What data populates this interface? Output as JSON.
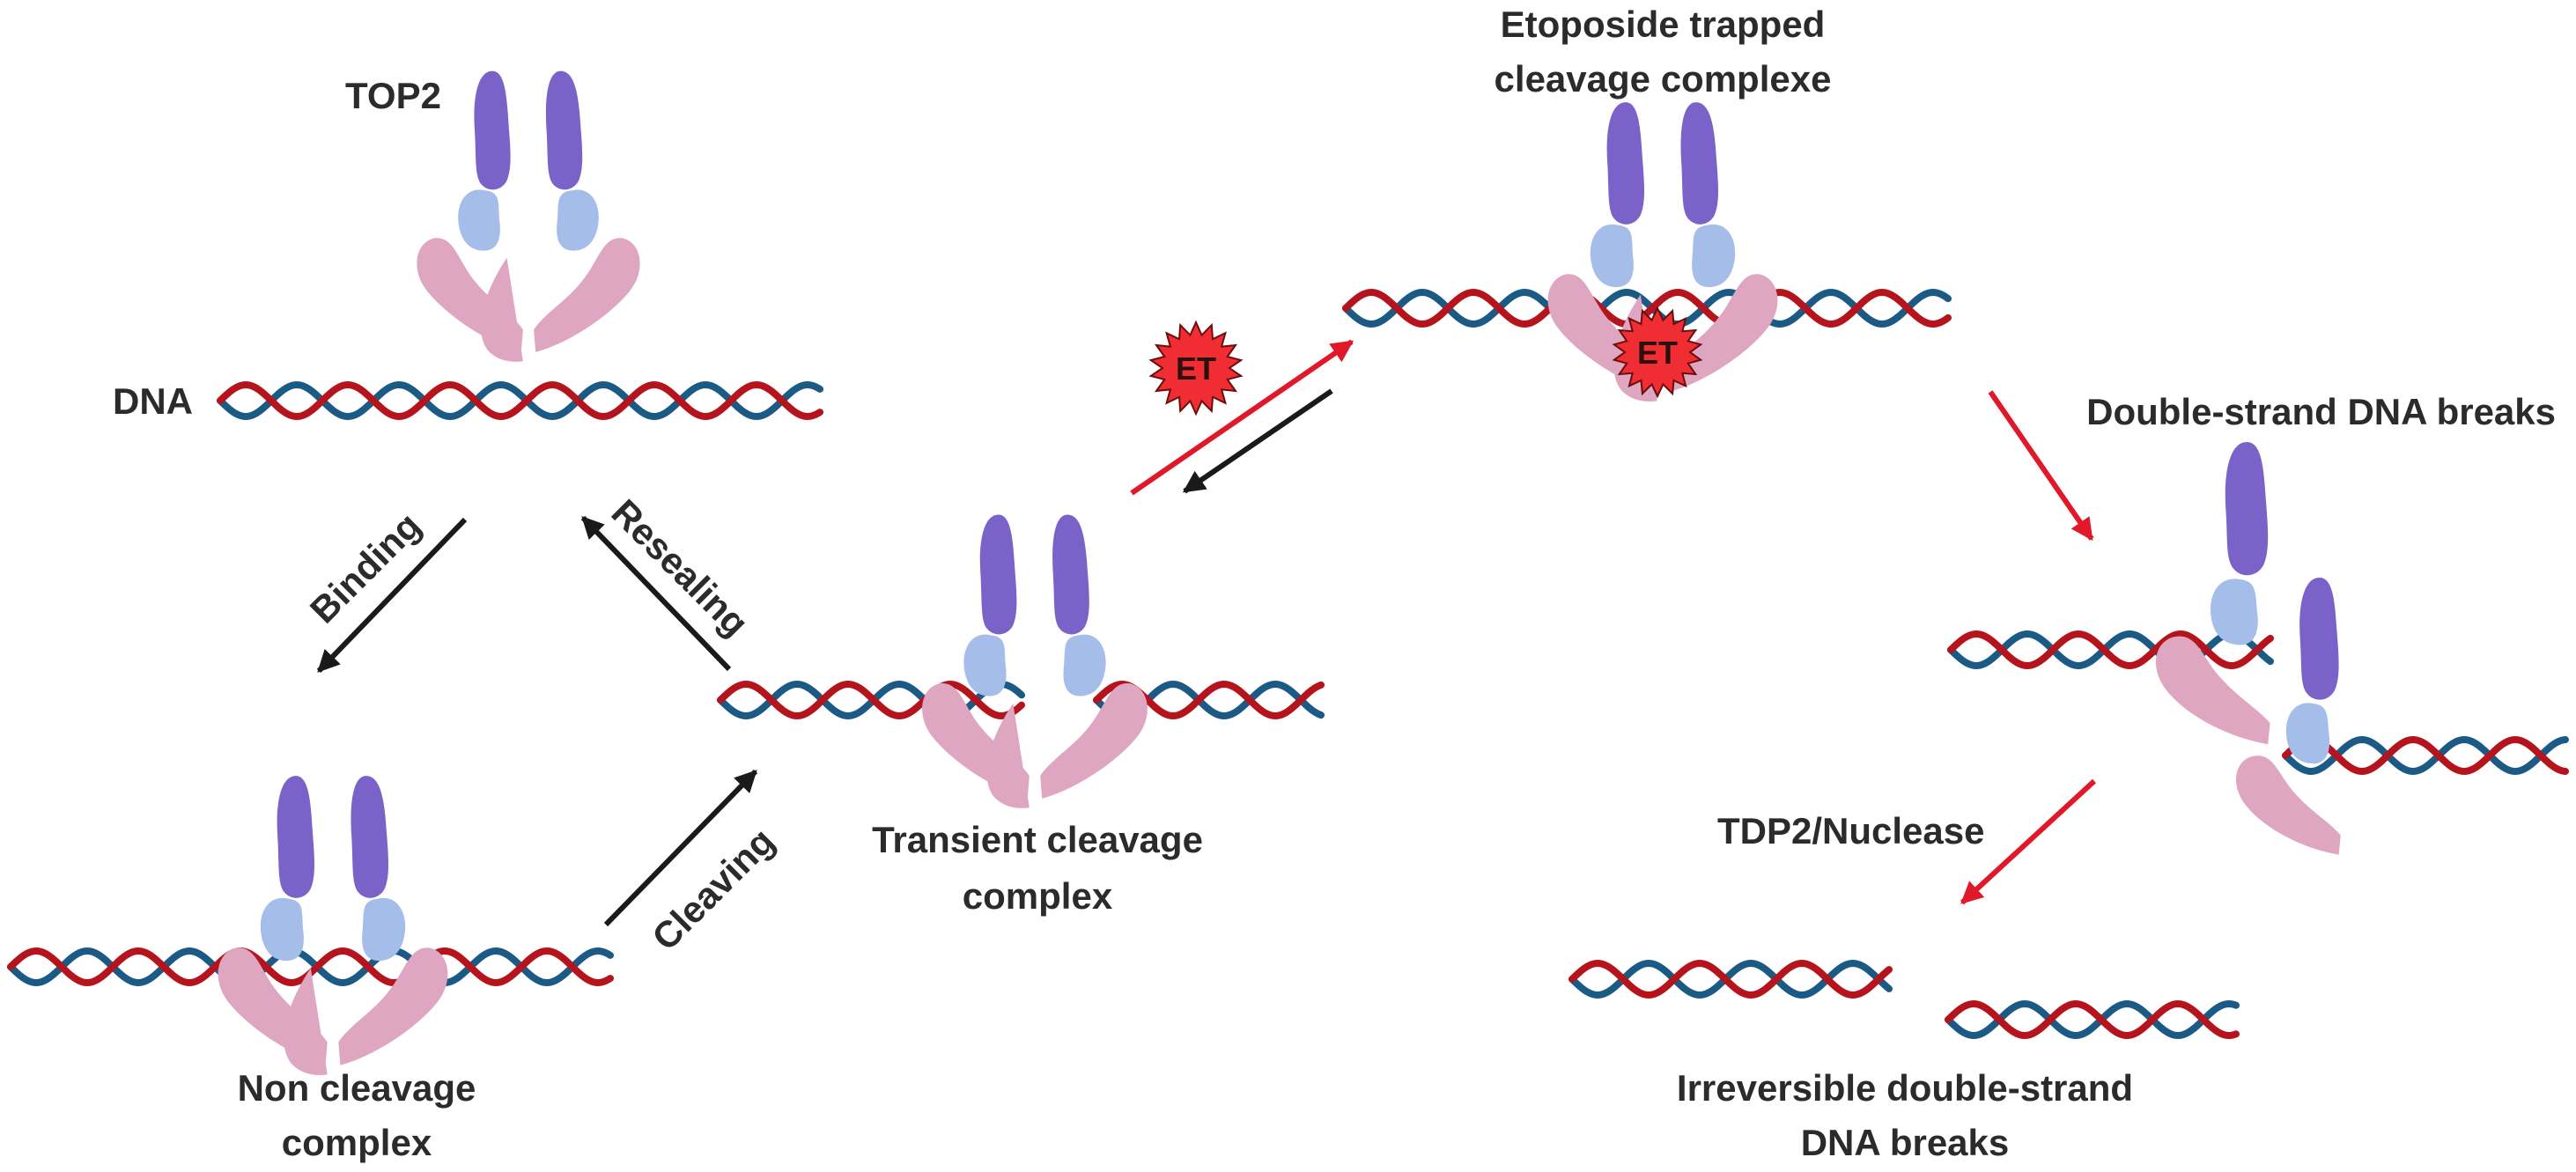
{
  "labels": {
    "top2": "TOP2",
    "dna": "DNA",
    "binding": "Binding",
    "resealing": "Resealing",
    "cleaving": "Cleaving",
    "transient_line1": "Transient cleavage",
    "transient_line2": "complex",
    "non_cleavage_line1": "Non cleavage",
    "non_cleavage_line2": "complex",
    "etoposide_line1": "Etoposide trapped",
    "etoposide_line2": "cleavage complexe",
    "et_badge": "ET",
    "dsb": "Double-strand DNA breaks",
    "tdp2": "TDP2/Nuclease",
    "irreversible_line1": "Irreversible double-strand",
    "irreversible_line2": "DNA breaks"
  },
  "colors": {
    "dna_red": "#b5141c",
    "dna_blue": "#1c5a86",
    "protein_dark": "#7b62c8",
    "protein_light": "#a5bde9",
    "protein_pink": "#dea6c1",
    "arrow_black": "#1a1a1a",
    "arrow_red": "#e0182a",
    "et_red": "#ef2d33",
    "text": "#2b2b2b"
  }
}
